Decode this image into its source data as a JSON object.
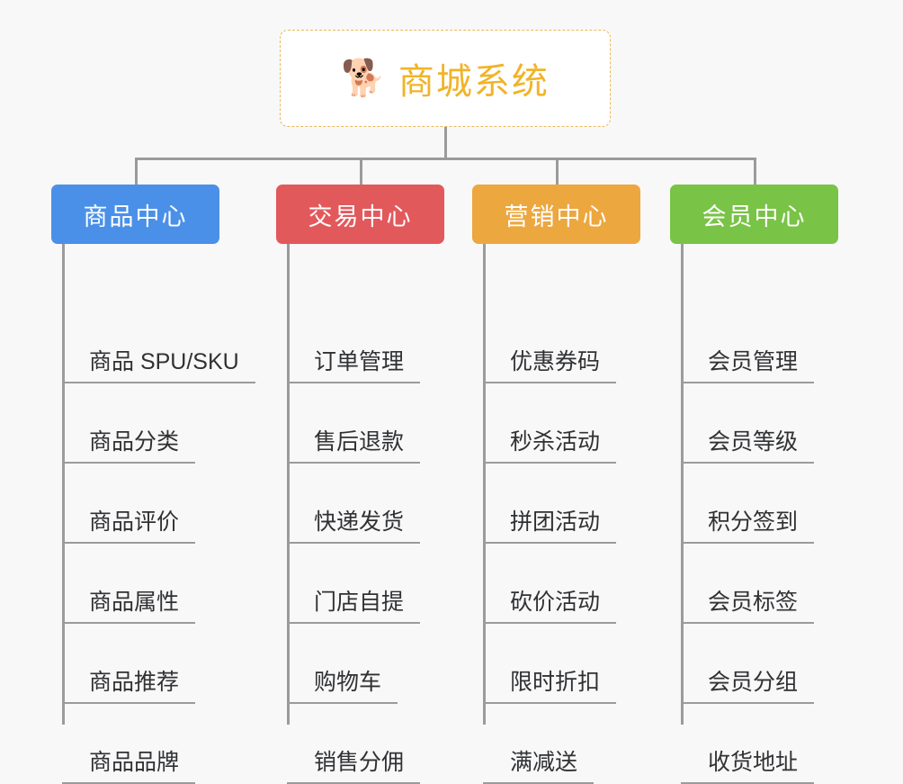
{
  "page": {
    "background_color": "#f8f8f8",
    "connector_color": "#9b9b9b"
  },
  "root": {
    "icon": "shiba-dog-face-icon",
    "emoji": "🐕",
    "title": "商城系统",
    "text_color": "#f0b429",
    "border_color": "#eab85a",
    "background_color": "#ffffff"
  },
  "branches": [
    {
      "id": "product-center",
      "label": "商品中心",
      "color": "#4a90e8",
      "items": [
        {
          "label": "商品 SPU/SKU"
        },
        {
          "label": "商品分类"
        },
        {
          "label": "商品评价"
        },
        {
          "label": "商品属性"
        },
        {
          "label": "商品推荐"
        },
        {
          "label": "商品品牌"
        }
      ]
    },
    {
      "id": "trade-center",
      "label": "交易中心",
      "color": "#e2595c",
      "items": [
        {
          "label": "订单管理"
        },
        {
          "label": "售后退款"
        },
        {
          "label": "快递发货"
        },
        {
          "label": "门店自提"
        },
        {
          "label": "购物车"
        },
        {
          "label": "销售分佣"
        }
      ]
    },
    {
      "id": "marketing-center",
      "label": "营销中心",
      "color": "#eca73f",
      "items": [
        {
          "label": "优惠券码"
        },
        {
          "label": "秒杀活动"
        },
        {
          "label": "拼团活动"
        },
        {
          "label": "砍价活动"
        },
        {
          "label": "限时折扣"
        },
        {
          "label": "满减送"
        }
      ]
    },
    {
      "id": "member-center",
      "label": "会员中心",
      "color": "#79c347",
      "items": [
        {
          "label": "会员管理"
        },
        {
          "label": "会员等级"
        },
        {
          "label": "积分签到"
        },
        {
          "label": "会员标签"
        },
        {
          "label": "会员分组"
        },
        {
          "label": "收货地址"
        }
      ]
    }
  ]
}
